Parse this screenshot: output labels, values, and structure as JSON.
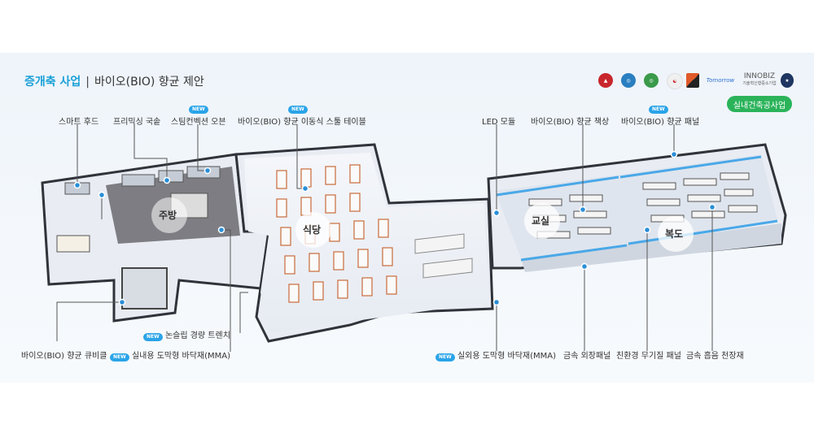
{
  "header": {
    "title_accent": "증개축 사업",
    "separator": "|",
    "title_rest": "바이오(BIO) 향균 제안"
  },
  "logos": [
    {
      "name": "red-emblem-logo",
      "color": "#c8262c"
    },
    {
      "name": "blue-circle-logo",
      "color": "#2a7fc0"
    },
    {
      "name": "green-circle-logo",
      "color": "#3a9a4a"
    },
    {
      "name": "korea-flag-logo",
      "color": "#e8e8e8"
    },
    {
      "name": "color-blocks-logo",
      "color": "#e05a2a"
    },
    {
      "name": "tomorrow-logo",
      "color": "#2a6fd0"
    },
    {
      "name": "innobiz-logo",
      "color": "#555555"
    },
    {
      "name": "navy-emblem-logo",
      "color": "#1d3560"
    }
  ],
  "logo_texts": {
    "tomorrow": "Tomorrow",
    "innobiz": "INNOBIZ",
    "innobiz_sub": "기술혁신형중소기업"
  },
  "badge": "실내건축공사업",
  "new_label": "NEW",
  "labels_top": {
    "smart_hood": "스마트 후드",
    "premixing": "프리믹싱 국솥",
    "steam_oven": "스팀컨벡션 오븐",
    "bio_table": "바이오(BIO) 향균 이동식 스툴 테이블",
    "led": "LED 모듈",
    "bio_desk": "바이오(BIO) 향균 책상",
    "bio_panel": "바이오(BIO) 향균 패널"
  },
  "labels_bottom": {
    "bio_cubicle": "바이오(BIO) 향균 큐비클",
    "nonslip": "논슬립 경량 트렌치",
    "mma_in": "실내용 도막형 바닥재(MMA)",
    "mma_out": "실외용 도막형 바닥재(MMA)",
    "metal_panel": "금속 외장패널",
    "eco_panel": "친환경 무기질 패널",
    "ceiling": "금속 흡음 천장재"
  },
  "rooms": {
    "kitchen": "주방",
    "cafeteria": "식당",
    "classroom": "교실",
    "hallway": "복도"
  },
  "colors": {
    "accent": "#1aa0d8",
    "new_badge": "#2aa4e8",
    "green_badge": "#2bb35a",
    "leader": "#555555"
  }
}
